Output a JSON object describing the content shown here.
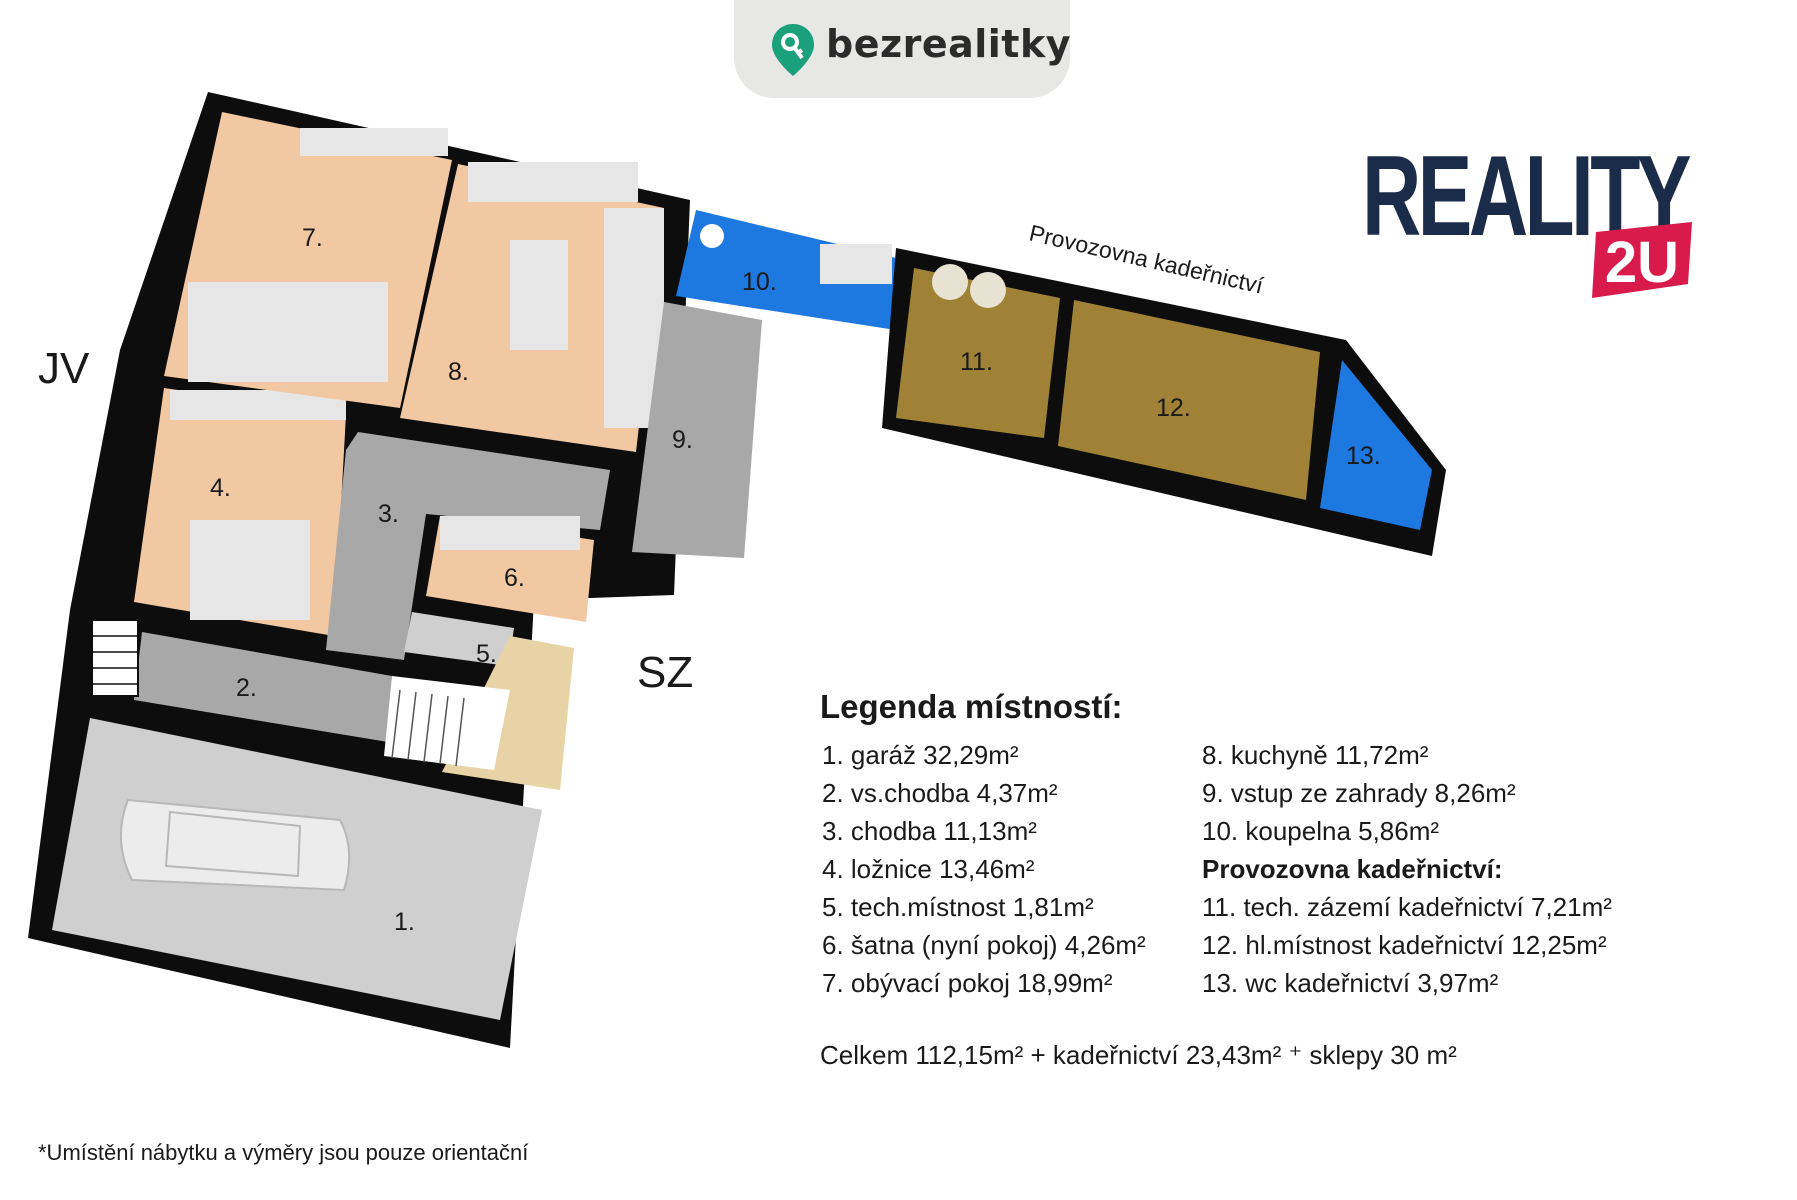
{
  "brand": {
    "site_name": "bezrealitky",
    "agency_logo_main": "REALITY",
    "agency_logo_accent": "2U",
    "accent_color": "#d81b4a",
    "logo_color": "#1b2b4a",
    "pin_color": "#1aa07a"
  },
  "compass": {
    "jv": "JV",
    "sz": "SZ"
  },
  "annex_label": "Provozovna kadeřnictví",
  "rooms": [
    {
      "id": "1",
      "label": "1."
    },
    {
      "id": "2",
      "label": "2."
    },
    {
      "id": "3",
      "label": "3."
    },
    {
      "id": "4",
      "label": "4."
    },
    {
      "id": "5",
      "label": "5."
    },
    {
      "id": "6",
      "label": "6."
    },
    {
      "id": "7",
      "label": "7."
    },
    {
      "id": "8",
      "label": "8."
    },
    {
      "id": "9",
      "label": "9."
    },
    {
      "id": "10",
      "label": "10."
    },
    {
      "id": "11",
      "label": "11."
    },
    {
      "id": "12",
      "label": "12."
    },
    {
      "id": "13",
      "label": "13."
    }
  ],
  "legend": {
    "title": "Legenda místností:",
    "col1": [
      "1. garáž 32,29m²",
      "2. vs.chodba 4,37m²",
      "3. chodba 11,13m²",
      "4. ložnice 13,46m²",
      "5. tech.místnost 1,81m²",
      "6. šatna (nyní pokoj) 4,26m²",
      "7. obývací pokoj 18,99m²"
    ],
    "col2": [
      "8. kuchyně 11,72m²",
      "9. vstup ze zahrady 8,26m²",
      "10. koupelna 5,86m²"
    ],
    "subheading": "Provozovna kadeřnictví:",
    "col2_after": [
      "11. tech. zázemí kadeřnictví  7,21m²",
      "12. hl.místnost kadeřnictví 12,25m²",
      "13. wc kadeřnictví 3,97m²"
    ],
    "total": "Celkem  112,15m² + kadeřnictví 23,43m² ⁺ sklepy 30 m²"
  },
  "footnote": "*Umístění nábytku a výměry jsou pouze orientační",
  "colors": {
    "wall": "#0d0d0d",
    "living": "#f2c8a3",
    "hall": "#a8a8a8",
    "garage": "#cfcfcf",
    "bath": "#1d78e0",
    "salon": "#a08236",
    "stairs": "#e8d3a6",
    "furniture": "#e6e6e6"
  }
}
